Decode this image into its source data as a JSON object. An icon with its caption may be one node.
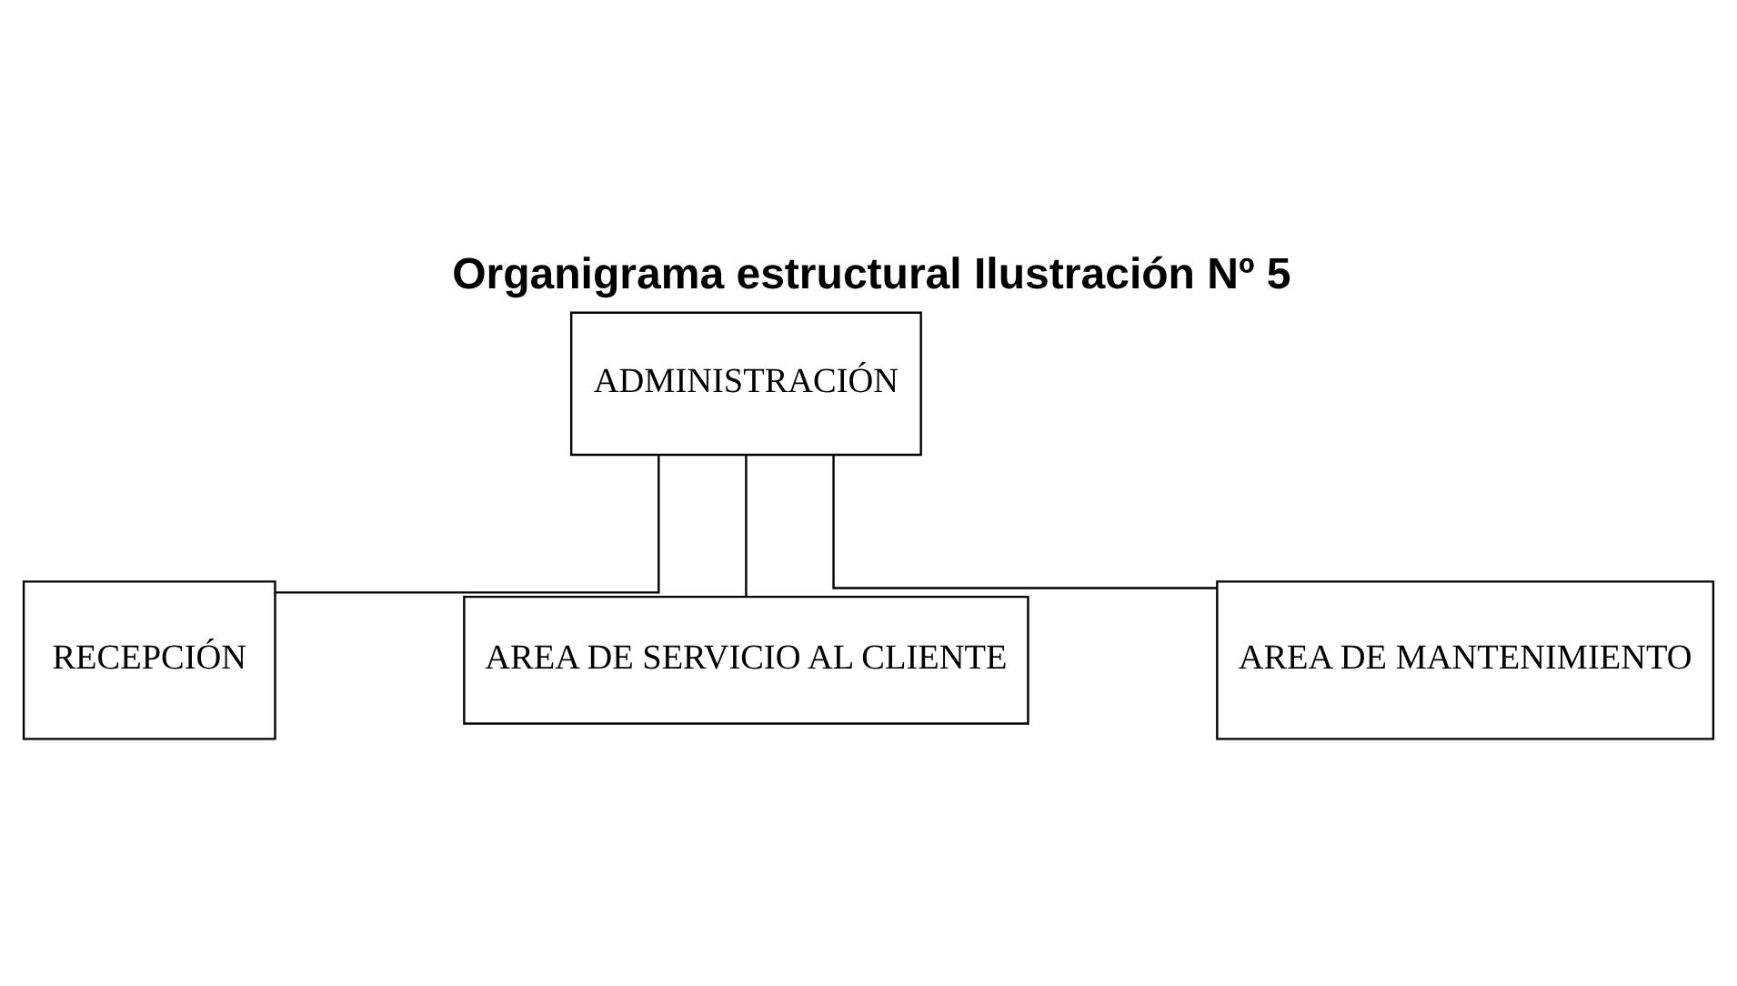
{
  "diagram": {
    "title": "Organigrama estructural Ilustración Nº 5",
    "nodes": [
      {
        "text": [
          "ADMINISTRACIÓN"
        ]
      },
      {
        "text": [
          "RECEPCIÓN"
        ]
      },
      {
        "text": [
          "AREA DE SERVICIO AL CLIENTE"
        ]
      },
      {
        "text": [
          "AREA DE MANTENIMIENTO"
        ]
      }
    ],
    "edges": [
      {
        "from": 0,
        "to": 1,
        "arrow": "none"
      },
      {
        "from": 0,
        "to": 2,
        "arrow": "none"
      },
      {
        "from": 0,
        "to": 3,
        "arrow": "none"
      }
    ]
  }
}
